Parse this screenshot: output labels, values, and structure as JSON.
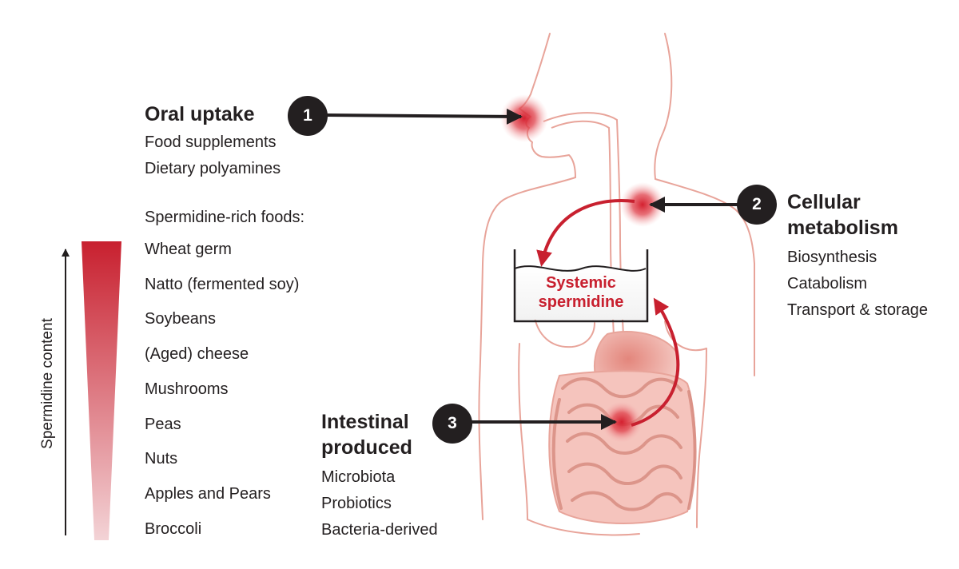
{
  "colors": {
    "accent": "#c8202f",
    "outline": "#e8a49a",
    "intestine_fill": "#f5c4bd",
    "dark": "#231f20"
  },
  "oral": {
    "number": "1",
    "title": "Oral uptake",
    "lines": [
      "Food supplements",
      "Dietary polyamines"
    ]
  },
  "cellular": {
    "number": "2",
    "title_lines": [
      "Cellular",
      "metabolism"
    ],
    "lines": [
      "Biosynthesis",
      "Catabolism",
      "Transport & storage"
    ]
  },
  "intestinal": {
    "number": "3",
    "title_lines": [
      "Intestinal",
      "produced"
    ],
    "lines": [
      "Microbiota",
      "Probiotics",
      "Bacteria-derived"
    ]
  },
  "systemic": {
    "lines": [
      "Systemic",
      "spermidine"
    ]
  },
  "foods": {
    "heading": "Spermidine-rich foods:",
    "items": [
      "Wheat germ",
      "Natto (fermented soy)",
      "Soybeans",
      "(Aged) cheese",
      "Mushrooms",
      "Peas",
      "Nuts",
      "Apples and Pears",
      "Broccoli"
    ],
    "axis_label": "Spermidine content"
  }
}
